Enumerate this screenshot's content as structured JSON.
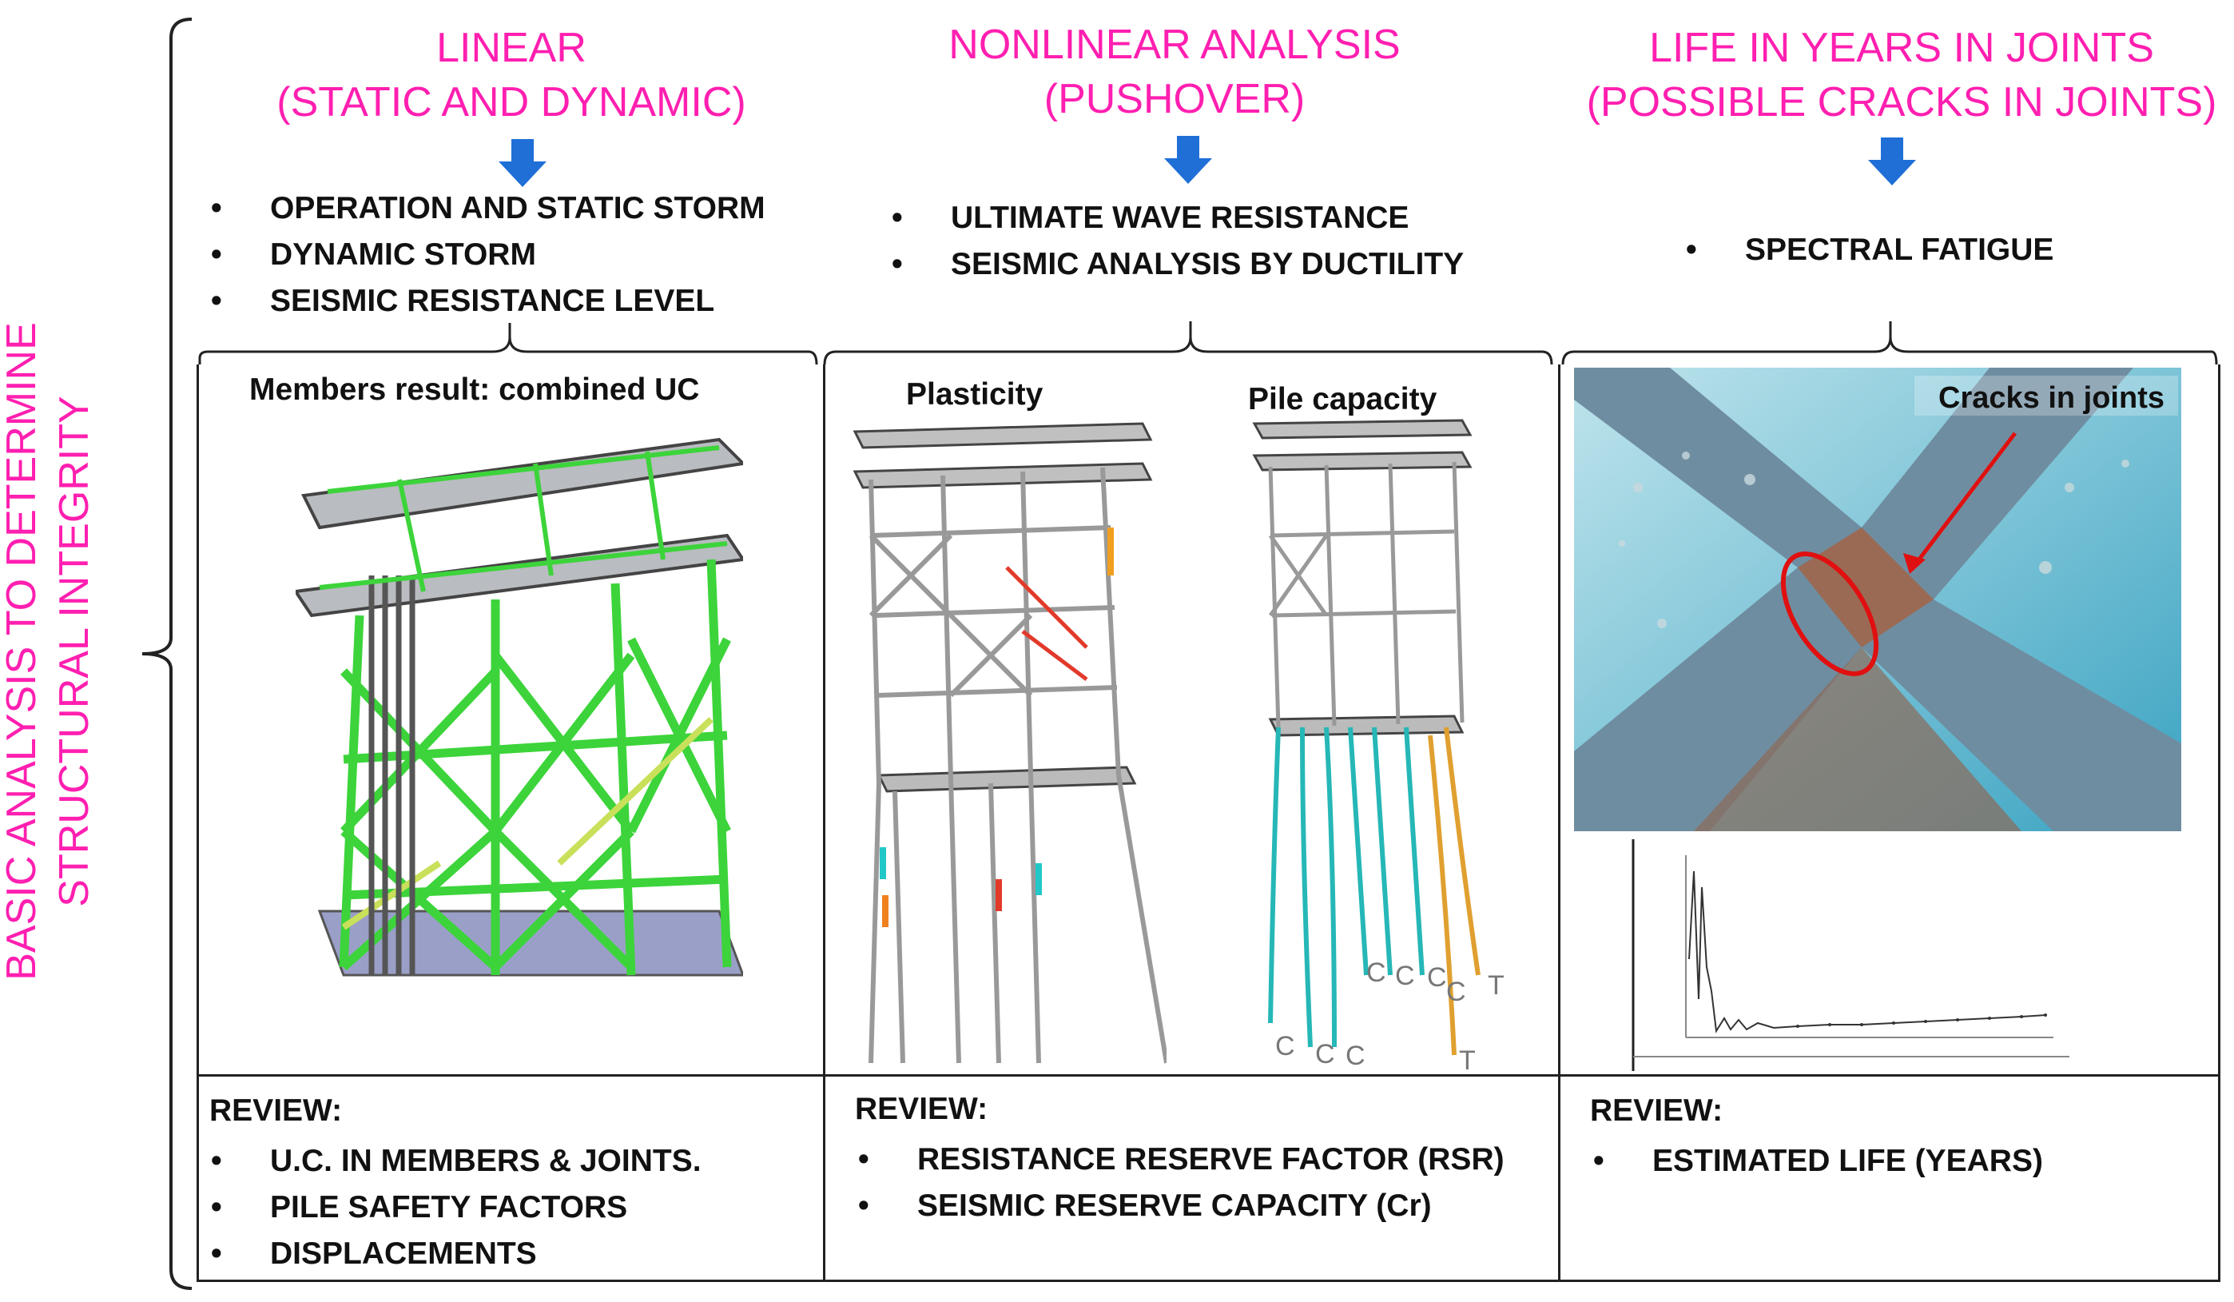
{
  "side_label": "BASIC ANALYSIS TO DETERMINE\nSTRUCTURAL INTEGRITY",
  "colors": {
    "accent": "#ff1fb0",
    "arrow": "#1f6fd6",
    "crack_marker": "#e01010"
  },
  "columns": [
    {
      "heading": "LINEAR\n(STATIC AND DYNAMIC)",
      "bullets": [
        "OPERATION AND STATIC STORM",
        "DYNAMIC STORM",
        "SEISMIC RESISTANCE LEVEL"
      ],
      "panel_captions": [
        "Members result: combined UC"
      ],
      "review_title": "REVIEW:",
      "review_items": [
        "U.C. IN MEMBERS & JOINTS.",
        "PILE SAFETY FACTORS",
        "DISPLACEMENTS"
      ]
    },
    {
      "heading": "NONLINEAR ANALYSIS\n(PUSHOVER)",
      "bullets": [
        "ULTIMATE WAVE RESISTANCE",
        "SEISMIC ANALYSIS BY DUCTILITY"
      ],
      "panel_captions": [
        "Plasticity",
        "Pile capacity"
      ],
      "pile_markers": [
        "C",
        "C",
        "C",
        "C",
        "C",
        "C",
        "C",
        "T",
        "T"
      ],
      "review_title": "REVIEW:",
      "review_items": [
        "RESISTANCE RESERVE FACTOR (RSR)",
        "SEISMIC RESERVE CAPACITY (Cr)"
      ]
    },
    {
      "heading": "LIFE IN YEARS IN JOINTS\n(POSSIBLE CRACKS IN JOINTS)",
      "bullets": [
        "SPECTRAL FATIGUE"
      ],
      "panel_captions": [
        "Cracks in joints"
      ],
      "review_title": "REVIEW:",
      "review_items": [
        "ESTIMATED LIFE (YEARS)"
      ]
    }
  ]
}
